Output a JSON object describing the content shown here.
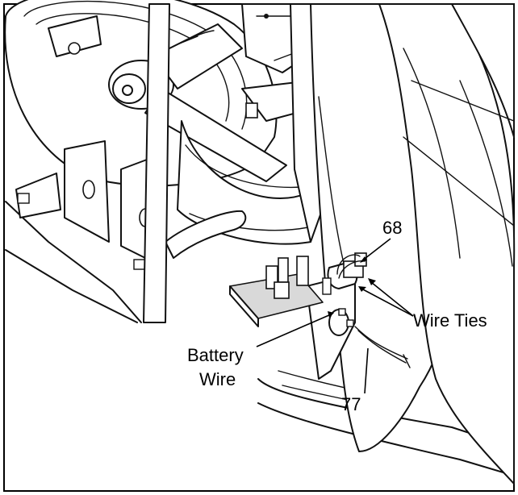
{
  "callouts": {
    "part_68": "68",
    "part_77": "77",
    "wire_ties": "Wire Ties",
    "battery_wire_line1": "Battery",
    "battery_wire_line2": "Wire"
  }
}
